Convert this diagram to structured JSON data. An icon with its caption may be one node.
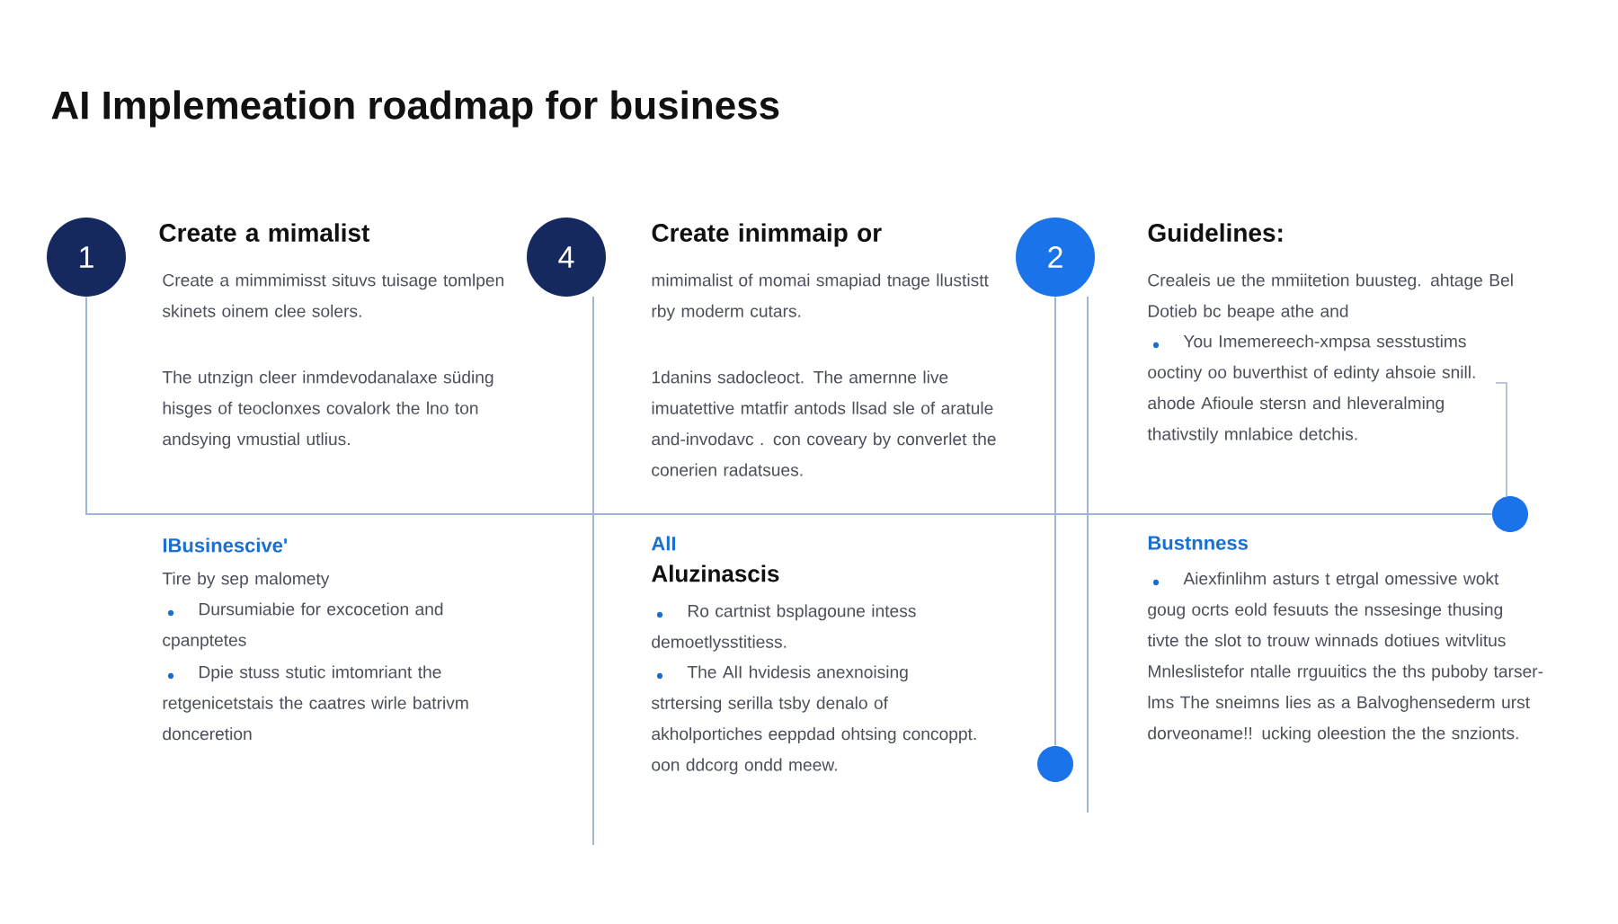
{
  "diagram": {
    "title": "AI Implemeation roadmap for business",
    "nodes": [
      {
        "text": [
          "1"
        ]
      },
      {
        "text": [
          "4"
        ]
      },
      {
        "text": [
          "2"
        ]
      },
      {
        "text": [],
        "shape": "circle"
      },
      {
        "text": [],
        "shape": "circle"
      }
    ],
    "edges": [
      {
        "from": 0,
        "to": 3,
        "arrow": "none"
      },
      {
        "from": 2,
        "to": 4,
        "arrow": "none"
      }
    ],
    "labels": [
      "Create a mimalist",
      "Create a mimmimisst situvs tuisage tomlpen skinets oinem clee solers.",
      "The utnzign cleer inmdevodanalaxe süding hisges of teoclonxes covalork the lno ton andsying vmustial utlius.",
      "Create inimmaip or",
      "mimimalist of momai smapiad tnage llustistt rby moderm cutars.",
      "1danins sadocleoct. The amernne live imuatettive mtatfir antods llsad sle of aratule and-invodavc . con coveary by converlet the conerien radatsues.",
      "Guidelines:",
      "Crealeis ue the mmiitetion buusteg. ahtage Bel Dotieb bc beape athe and",
      "You Imemereech-xmpsa sesstustims ooctiny oo buverthist of edinty ahsoie snill. ahode Afioule stersn and hleveralming thativstily mnlabice detchis.",
      "IBusinescive'",
      "Tire by sep malomety",
      "Dursumiabie for excocetion and cpanptetes",
      "Dpie stuss stutic imtomriant the retgenicetstais the caatres wirle batrivm donceretion",
      "AlI",
      "Aluzinascis",
      "Ro cartnist bsplagoune intess demoetlysstitiess.",
      "The AlI hvidesis anexnoising strtersing serilla tsby denalo of akholportiches eeppdad ohtsing concoppt. oon ddcorg ondd meew.",
      "Bustnness",
      "Aiexfinlihm asturs t etrgal omessive wokt goug ocrts eold fesuuts the nssesinge thusing tivte the slot to trouw winnads dotiues witvlitus Mnleslistefor ntalle rrguuitics the ths puboby tarser-lms The sneimns lies as a Balvoghensederm urst dorveoname!! ucking oleestion the the snzionts."
    ]
  }
}
